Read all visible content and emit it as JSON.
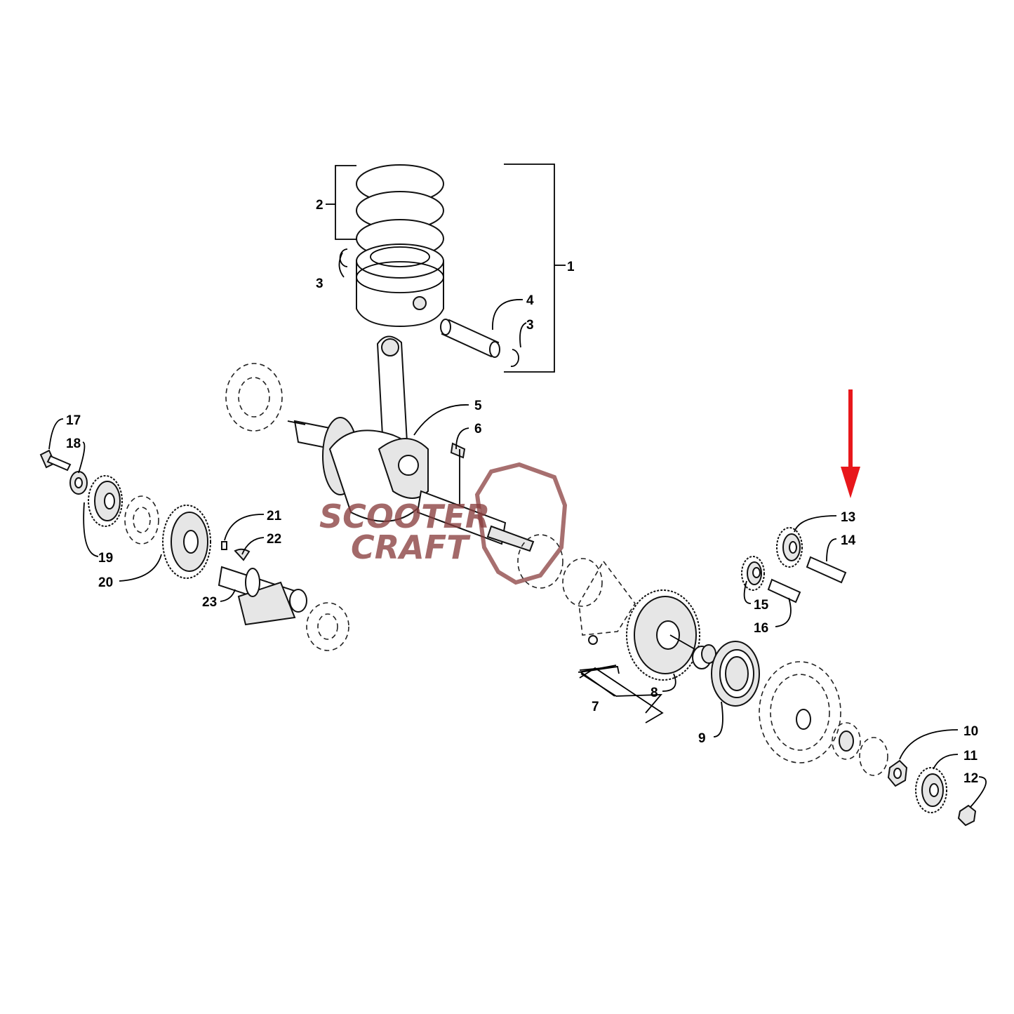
{
  "callouts": [
    {
      "id": "1",
      "text": "1"
    },
    {
      "id": "2",
      "text": "2"
    },
    {
      "id": "3a",
      "text": "3"
    },
    {
      "id": "3b",
      "text": "3"
    },
    {
      "id": "4",
      "text": "4"
    },
    {
      "id": "5",
      "text": "5"
    },
    {
      "id": "6",
      "text": "6"
    },
    {
      "id": "7",
      "text": "7"
    },
    {
      "id": "8",
      "text": "8"
    },
    {
      "id": "9",
      "text": "9"
    },
    {
      "id": "10",
      "text": "10"
    },
    {
      "id": "11",
      "text": "11"
    },
    {
      "id": "12",
      "text": "12"
    },
    {
      "id": "13",
      "text": "13"
    },
    {
      "id": "14",
      "text": "14"
    },
    {
      "id": "15",
      "text": "15"
    },
    {
      "id": "16",
      "text": "16"
    },
    {
      "id": "17",
      "text": "17"
    },
    {
      "id": "18",
      "text": "18"
    },
    {
      "id": "19",
      "text": "19"
    },
    {
      "id": "20",
      "text": "20"
    },
    {
      "id": "21",
      "text": "21"
    },
    {
      "id": "22",
      "text": "22"
    },
    {
      "id": "23",
      "text": "23"
    }
  ],
  "watermark": {
    "line1": "SCOOTER",
    "line2": "CRAFT"
  },
  "colors": {
    "arrow": "#e8171b",
    "watermark": "#8a3f3f",
    "ink": "#000000"
  }
}
